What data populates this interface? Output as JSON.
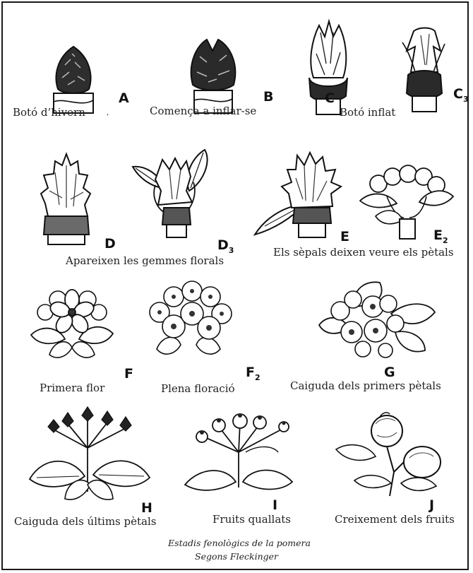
{
  "stages": [
    {
      "id": "A",
      "caption": "Botó d’hivern",
      "letter": "A",
      "sub": "",
      "icon": "winter-bud-icon"
    },
    {
      "id": "B",
      "caption": "Comença a inflar-se",
      "letter": "B",
      "sub": "",
      "icon": "swelling-bud-icon"
    },
    {
      "id": "C",
      "caption": "Botó inflat",
      "letter": "C",
      "sub": "",
      "icon": "swollen-bud-icon"
    },
    {
      "id": "C3",
      "caption": "",
      "letter": "C",
      "sub": "3",
      "icon": "opening-bud-icon"
    },
    {
      "id": "D",
      "caption": "Apareixen les gemmes florals",
      "letter": "D",
      "sub": "",
      "icon": "floral-buds-icon"
    },
    {
      "id": "D3",
      "caption": "",
      "letter": "D",
      "sub": "3",
      "icon": "leafing-bud-icon"
    },
    {
      "id": "E",
      "caption": "Els sèpals deixen veure els pètals",
      "letter": "E",
      "sub": "",
      "icon": "sepals-bud-icon"
    },
    {
      "id": "E2",
      "caption": "",
      "letter": "E",
      "sub": "2",
      "icon": "petals-showing-icon"
    },
    {
      "id": "F",
      "caption": "Primera flor",
      "letter": "F",
      "sub": "",
      "icon": "first-flower-icon"
    },
    {
      "id": "F2",
      "caption": "Plena floració",
      "letter": "F",
      "sub": "2",
      "icon": "full-bloom-icon"
    },
    {
      "id": "G",
      "caption": "Caiguda dels primers pètals",
      "letter": "G",
      "sub": "",
      "icon": "first-petal-fall-icon"
    },
    {
      "id": "H",
      "caption": "Caiguda dels últims pètals",
      "letter": "H",
      "sub": "",
      "icon": "last-petal-fall-icon"
    },
    {
      "id": "I",
      "caption": "Fruits quallats",
      "letter": "I",
      "sub": "",
      "icon": "fruit-set-icon"
    },
    {
      "id": "J",
      "caption": "Creixement dels fruits",
      "letter": "J",
      "sub": "",
      "icon": "fruit-growth-icon"
    }
  ],
  "marks": {
    "comma": ","
  },
  "footer": {
    "line1": "Estadis fenològics de la pomera",
    "line2": "Segons Fleckinger"
  }
}
